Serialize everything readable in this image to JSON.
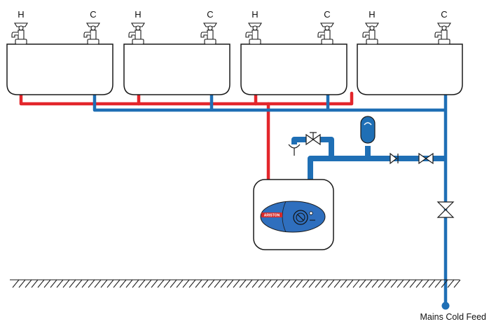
{
  "basins": [
    {
      "hot_label": "H",
      "cold_label": "C"
    },
    {
      "hot_label": "H",
      "cold_label": "C"
    },
    {
      "hot_label": "H",
      "cold_label": "C"
    },
    {
      "hot_label": "H",
      "cold_label": "C"
    }
  ],
  "heater": {
    "brand": "ARISTON"
  },
  "caption": "Mains Cold Feed",
  "colors": {
    "hot_pipe": "#e3262b",
    "cold_pipe": "#1f6fb5",
    "heater_panel": "#2f6fbe",
    "outline": "#1a1a1a"
  }
}
